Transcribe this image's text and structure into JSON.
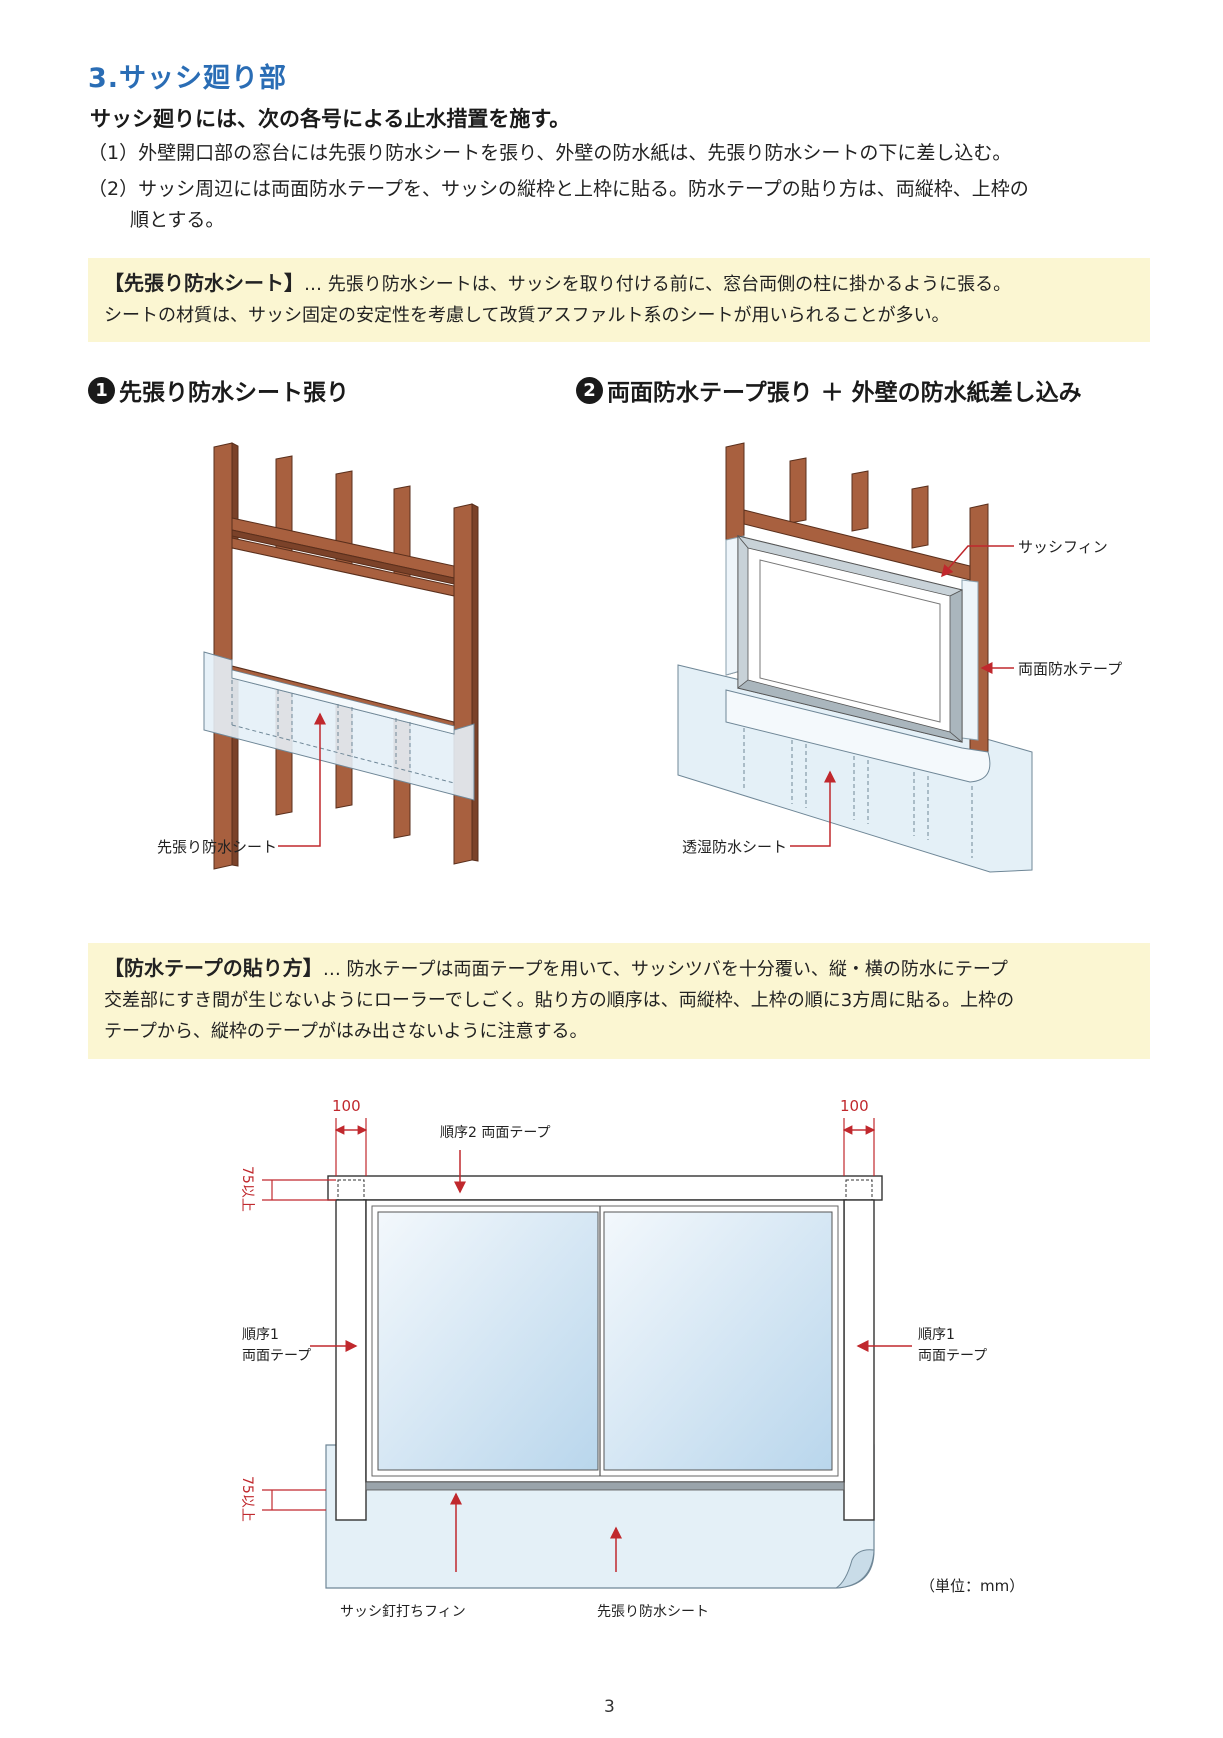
{
  "section": {
    "title": "3.サッシ廻り部",
    "lead": "サッシ廻りには、次の各号による止水措置を施す。",
    "items": [
      "（1）外壁開口部の窓台には先張り防水シートを張り、外壁の防水紙は、先張り防水シートの下に差し込む。",
      "（2）サッシ周辺には両面防水テープを、サッシの縦枠と上枠に貼る。防水テープの貼り方は、両縦枠、上枠の",
      "順とする。"
    ]
  },
  "notes": {
    "sheet": {
      "key": "【先張り防水シート】",
      "text1": "… 先張り防水シートは、サッシを取り付ける前に、窓台両側の柱に掛かるように張る。",
      "text2": "シートの材質は、サッシ固定の安定性を考慮して改質アスファルト系のシートが用いられることが多い。"
    },
    "tape": {
      "key": "【防水テープの貼り方】",
      "text1": "… 防水テープは両面テープを用いて、サッシツバを十分覆い、縦・横の防水にテープ",
      "text2": "交差部にすき間が生じないようにローラーでしごく。貼り方の順序は、両縦枠、上枠の順に3方周に貼る。上枠の",
      "text3": "テープから、縦枠のテープがはみ出さないように注意する。"
    }
  },
  "figures": {
    "fig1": {
      "num": "1",
      "title": "先張り防水シート張り",
      "label_sheet": "先張り防水シート"
    },
    "fig2": {
      "num": "2",
      "title": "両面防水テープ張り ＋ 外壁の防水紙差し込み",
      "label_fin": "サッシフィン",
      "label_tape": "両面防水テープ",
      "label_membrane": "透湿防水シート"
    },
    "fig3": {
      "dim_left": "100",
      "dim_right": "100",
      "dim_top_v": "75以上",
      "dim_bottom_v": "75以上",
      "order2": "順序2 両面テープ",
      "order1_left_a": "順序1",
      "order1_left_b": "両面テープ",
      "order1_right_a": "順序1",
      "order1_right_b": "両面テープ",
      "label_fin": "サッシ釘打ちフィン",
      "label_sheet": "先張り防水シート",
      "unit": "（単位：mm）"
    }
  },
  "page_number": "3",
  "colors": {
    "title_blue": "#2a6db5",
    "note_bg": "#fbf6d2",
    "wood": "#a8603f",
    "leader_red": "#c0282d",
    "sheet_blue": "#e4f0f7"
  }
}
